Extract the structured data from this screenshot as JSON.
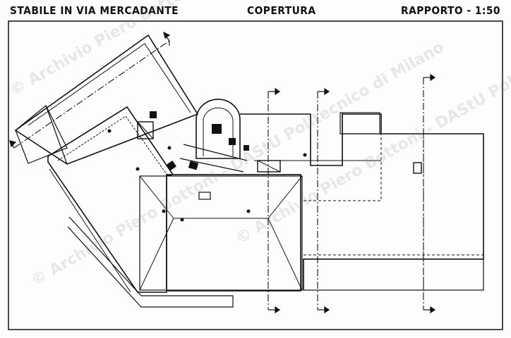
{
  "drawing": {
    "title_left": "STABILE IN VIA MERCADANTE",
    "title_center": "COPERTURA",
    "title_right": "RAPPORTO - 1:50"
  },
  "watermark": {
    "text": "© Archivio Piero Bottoni - DAStU Politecnico di Milano"
  }
}
